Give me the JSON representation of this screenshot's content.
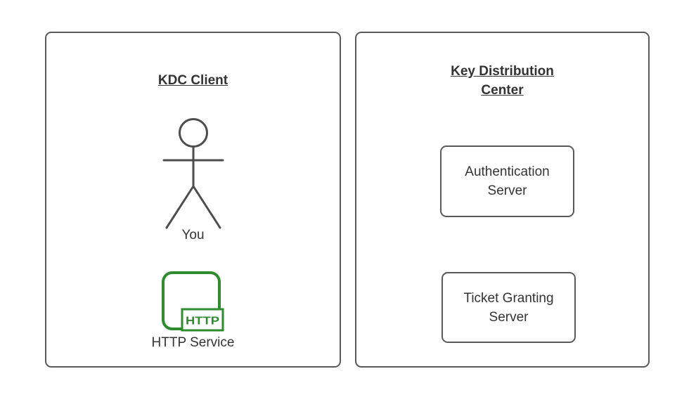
{
  "diagram": {
    "left_panel": {
      "title": "KDC Client",
      "actor_label": "You",
      "service_label": "HTTP Service",
      "service_badge": "HTTP"
    },
    "right_panel": {
      "title_line1": "Key Distribution",
      "title_line2": "Center",
      "boxes": [
        {
          "line1": "Authentication",
          "line2": "Server"
        },
        {
          "line1": "Ticket Granting",
          "line2": "Server"
        }
      ]
    },
    "colors": {
      "border": "#595959",
      "text": "#333333",
      "figure": "#4d4d4d",
      "accent_green": "#2e8b2e",
      "background": "#ffffff"
    }
  }
}
